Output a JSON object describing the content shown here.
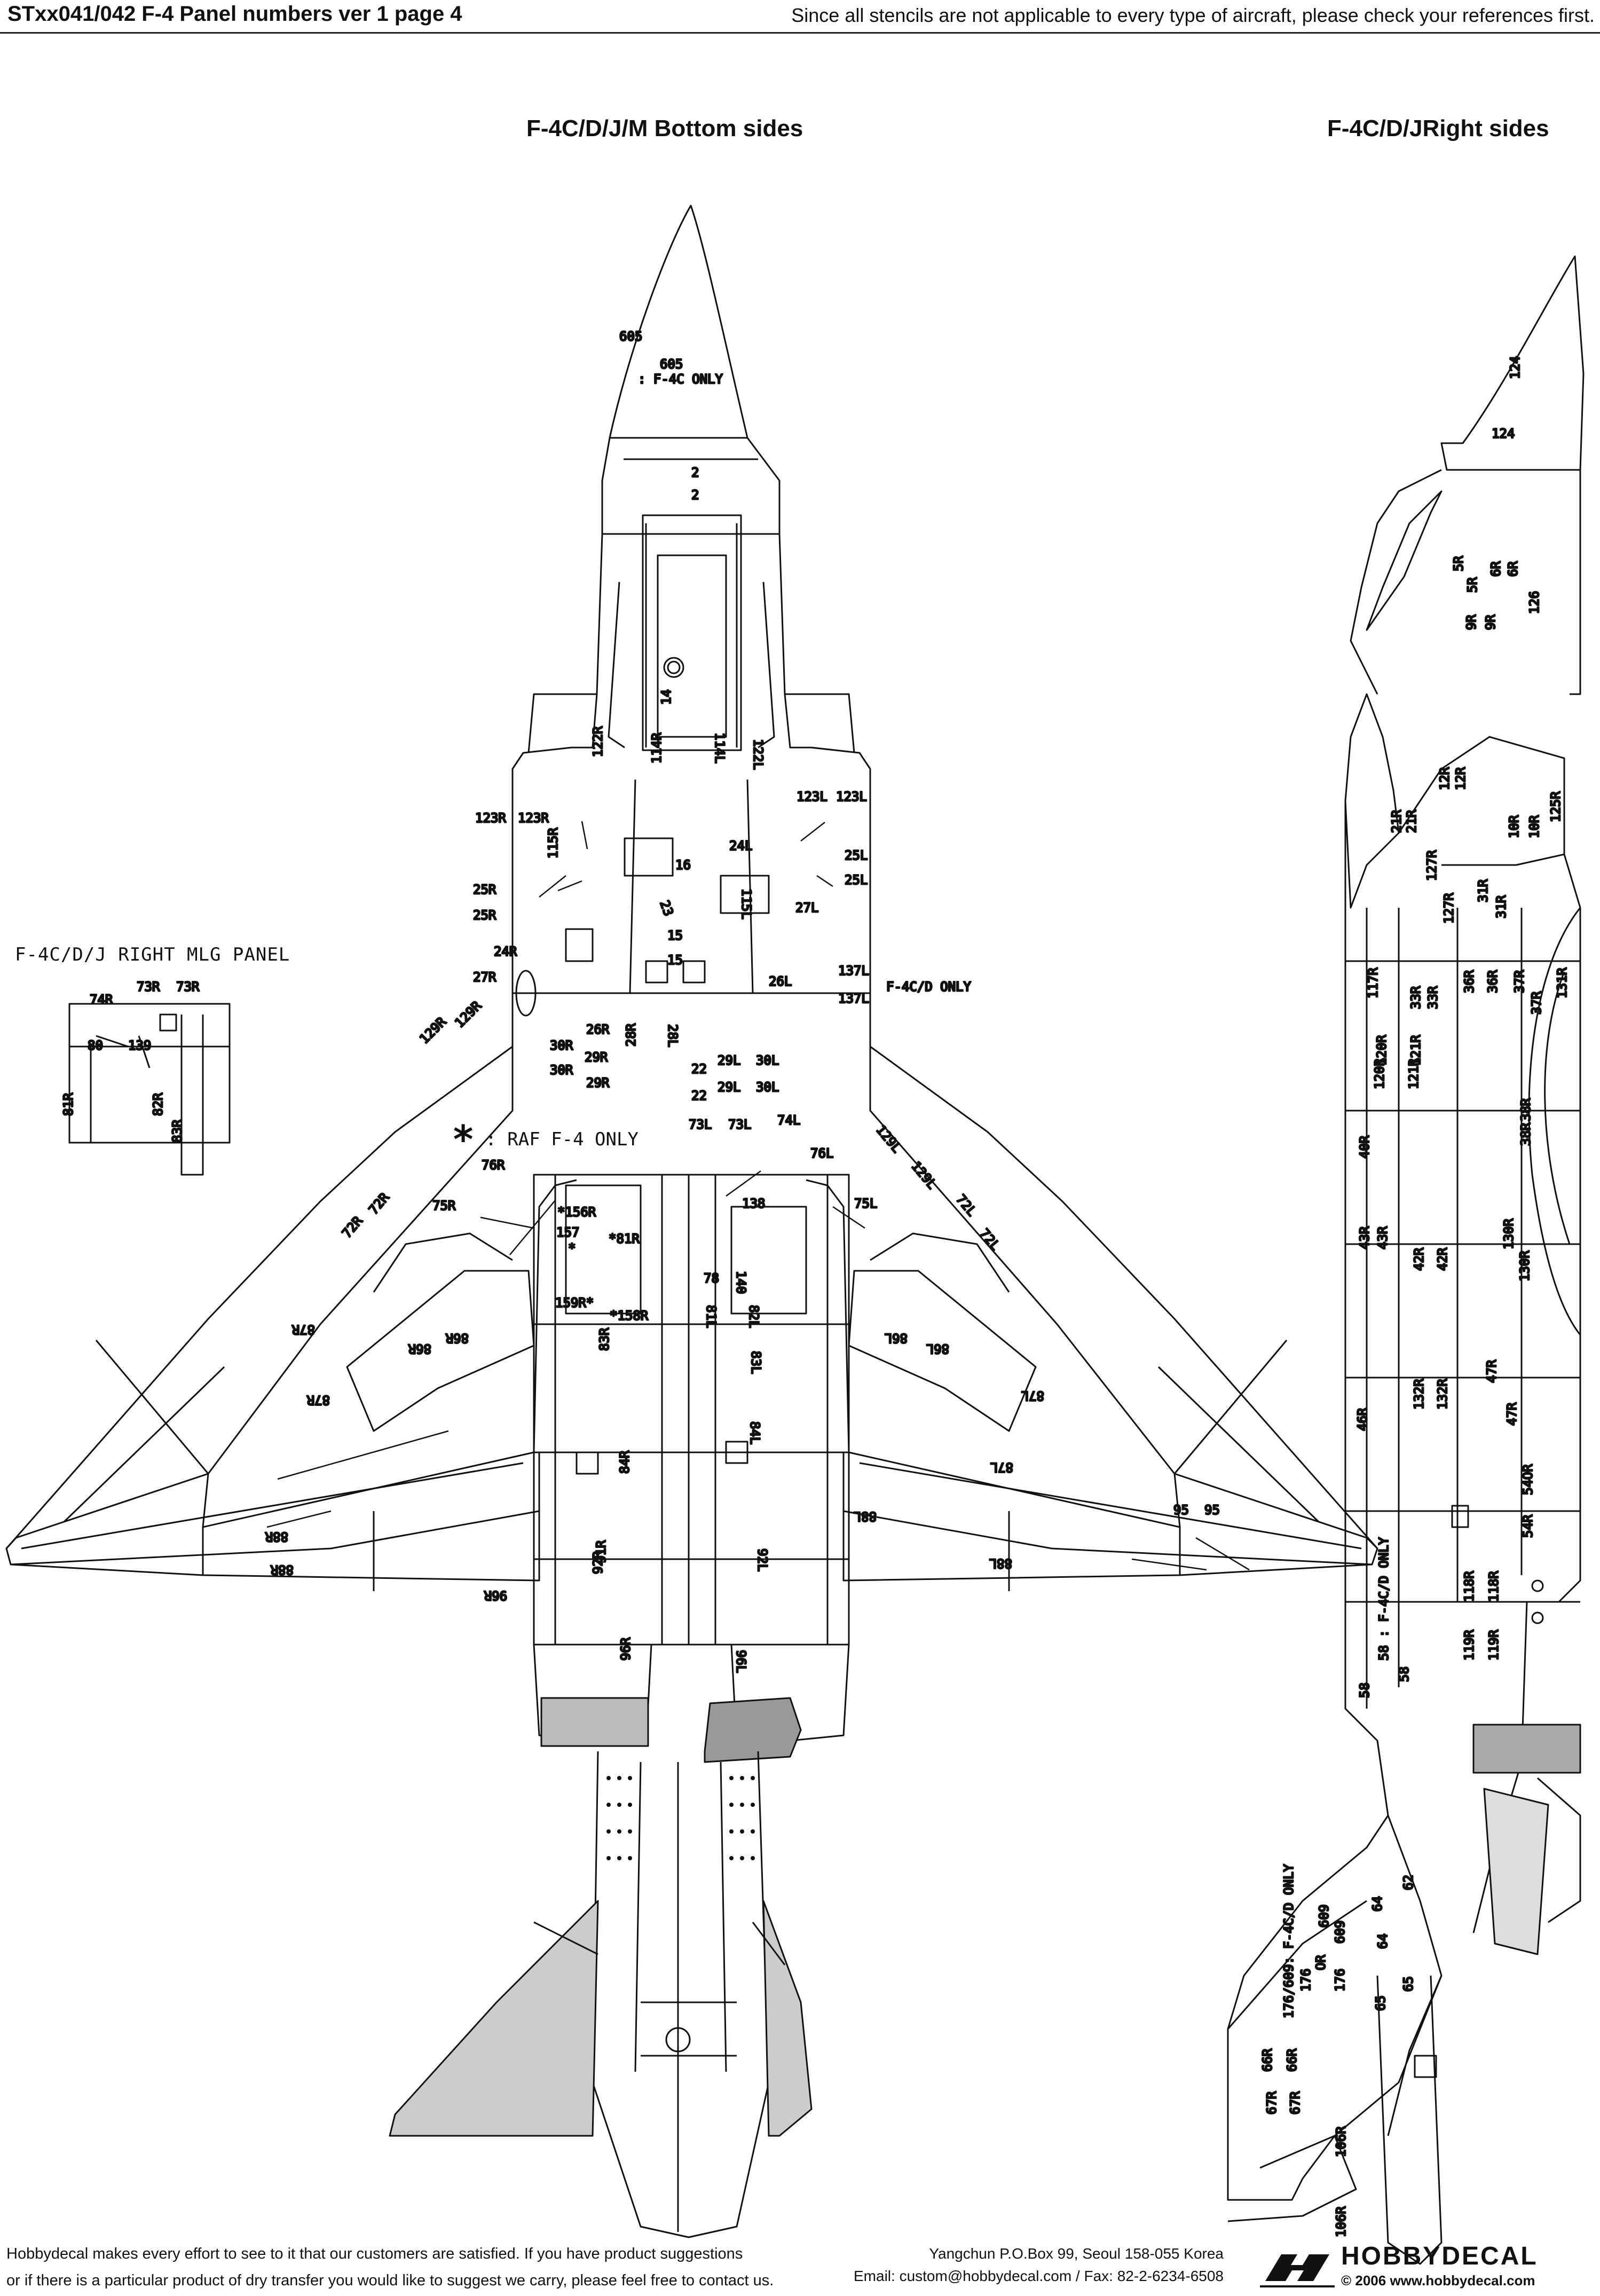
{
  "header": {
    "title": "STxx041/042 F-4 Panel numbers ver 1 page 4",
    "note": "Since all stencils are not applicable to every type of aircraft, please check your references first."
  },
  "views": {
    "bottom_title": "F-4C/D/J/M Bottom sides",
    "right_title": "F-4C/D/JRight sides",
    "mlg_title": "F-4C/D/J RIGHT MLG PANEL",
    "raf_star": "*",
    "raf_note": ": RAF F-4 ONLY"
  },
  "labels": {
    "bottom": [
      "605",
      "605",
      ": F-4C ONLY",
      "2",
      "2",
      "14",
      "16",
      "15",
      "15",
      "23",
      "22",
      "22",
      "122R",
      "122L",
      "114R",
      "114L",
      "123R",
      "123R",
      "123L",
      "123L",
      "25R",
      "25R",
      "25L",
      "25L",
      "24R",
      "24L",
      "26R",
      "26L",
      "27R",
      "27L",
      "28R",
      "28L",
      "29R",
      "29R",
      "29L",
      "29L",
      "30R",
      "30R",
      "30L",
      "30L",
      "115R",
      "115L",
      "137L",
      "137L",
      "F-4C/D ONLY",
      "129R",
      "129R",
      "129L",
      "129L",
      "72R",
      "72R",
      "72L",
      "72L",
      "73L",
      "73L",
      "74L",
      "75R",
      "75L",
      "76R",
      "76L",
      "138",
      "*156R",
      "157",
      "*",
      "*81R",
      "159R*",
      "*158R",
      "78",
      "140",
      "81L",
      "82L",
      "83R",
      "83L",
      "84R",
      "84L",
      "86R",
      "86R",
      "86L",
      "86L",
      "87R",
      "87R",
      "87L",
      "87L",
      "88R",
      "88R",
      "88L",
      "88L",
      "91R",
      "92R",
      "92L",
      "96R",
      "96R",
      "96L",
      "95",
      "95"
    ],
    "mlg": [
      "74R",
      "73R",
      "73R",
      "80",
      "139",
      "81R",
      "82R",
      "83R"
    ],
    "right": [
      "124",
      "124",
      "5R",
      "5R",
      "6R",
      "6R",
      "9R",
      "9R",
      "126",
      "12R",
      "12R",
      "21R",
      "21R",
      "10R",
      "10R",
      "125R",
      "127R",
      "127R",
      "31R",
      "31R",
      "117R",
      "33R",
      "33R",
      "36R",
      "36R",
      "37R",
      "37R",
      "131R",
      "120R",
      "120R",
      "121R",
      "121R",
      "38R",
      "38R",
      "40R",
      "43R",
      "43R",
      "42R",
      "42R",
      "130R",
      "130R",
      "46R",
      "132R",
      "132R",
      "47R",
      "47R",
      "54R",
      "54OR",
      "58 : F-4C/D ONLY",
      "58",
      "58",
      "118R",
      "118R",
      "119R",
      "119R",
      "176/609: F-4C/D ONLY",
      "176",
      "OR",
      "609",
      "176",
      "609",
      "64",
      "64",
      "65",
      "65",
      "62",
      "66R",
      "66R",
      "67R",
      "67R",
      "106R",
      "106R"
    ]
  },
  "footer": {
    "line1": "Hobbydecal makes every effort to see to it that our customers are satisfied. If you have product suggestions",
    "line2": "or if there is a particular product of dry transfer you would like to suggest we carry,  please feel free to contact us.",
    "address": "Yangchun P.O.Box 99, Seoul 158-055 Korea",
    "contact": "Email: custom@hobbydecal.com / Fax: 82-2-6234-6508",
    "brand": "HOBBYDECAL",
    "copyright": "© 2006 www.hobbydecal.com"
  }
}
